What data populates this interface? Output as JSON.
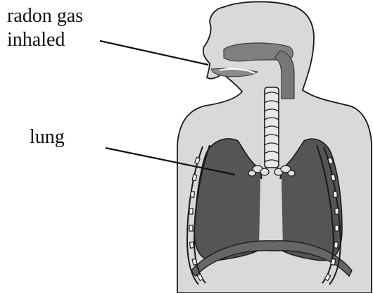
{
  "labels": {
    "radon_line1": "radon gas",
    "radon_line2": "inhaled",
    "lung": "lung"
  }
}
